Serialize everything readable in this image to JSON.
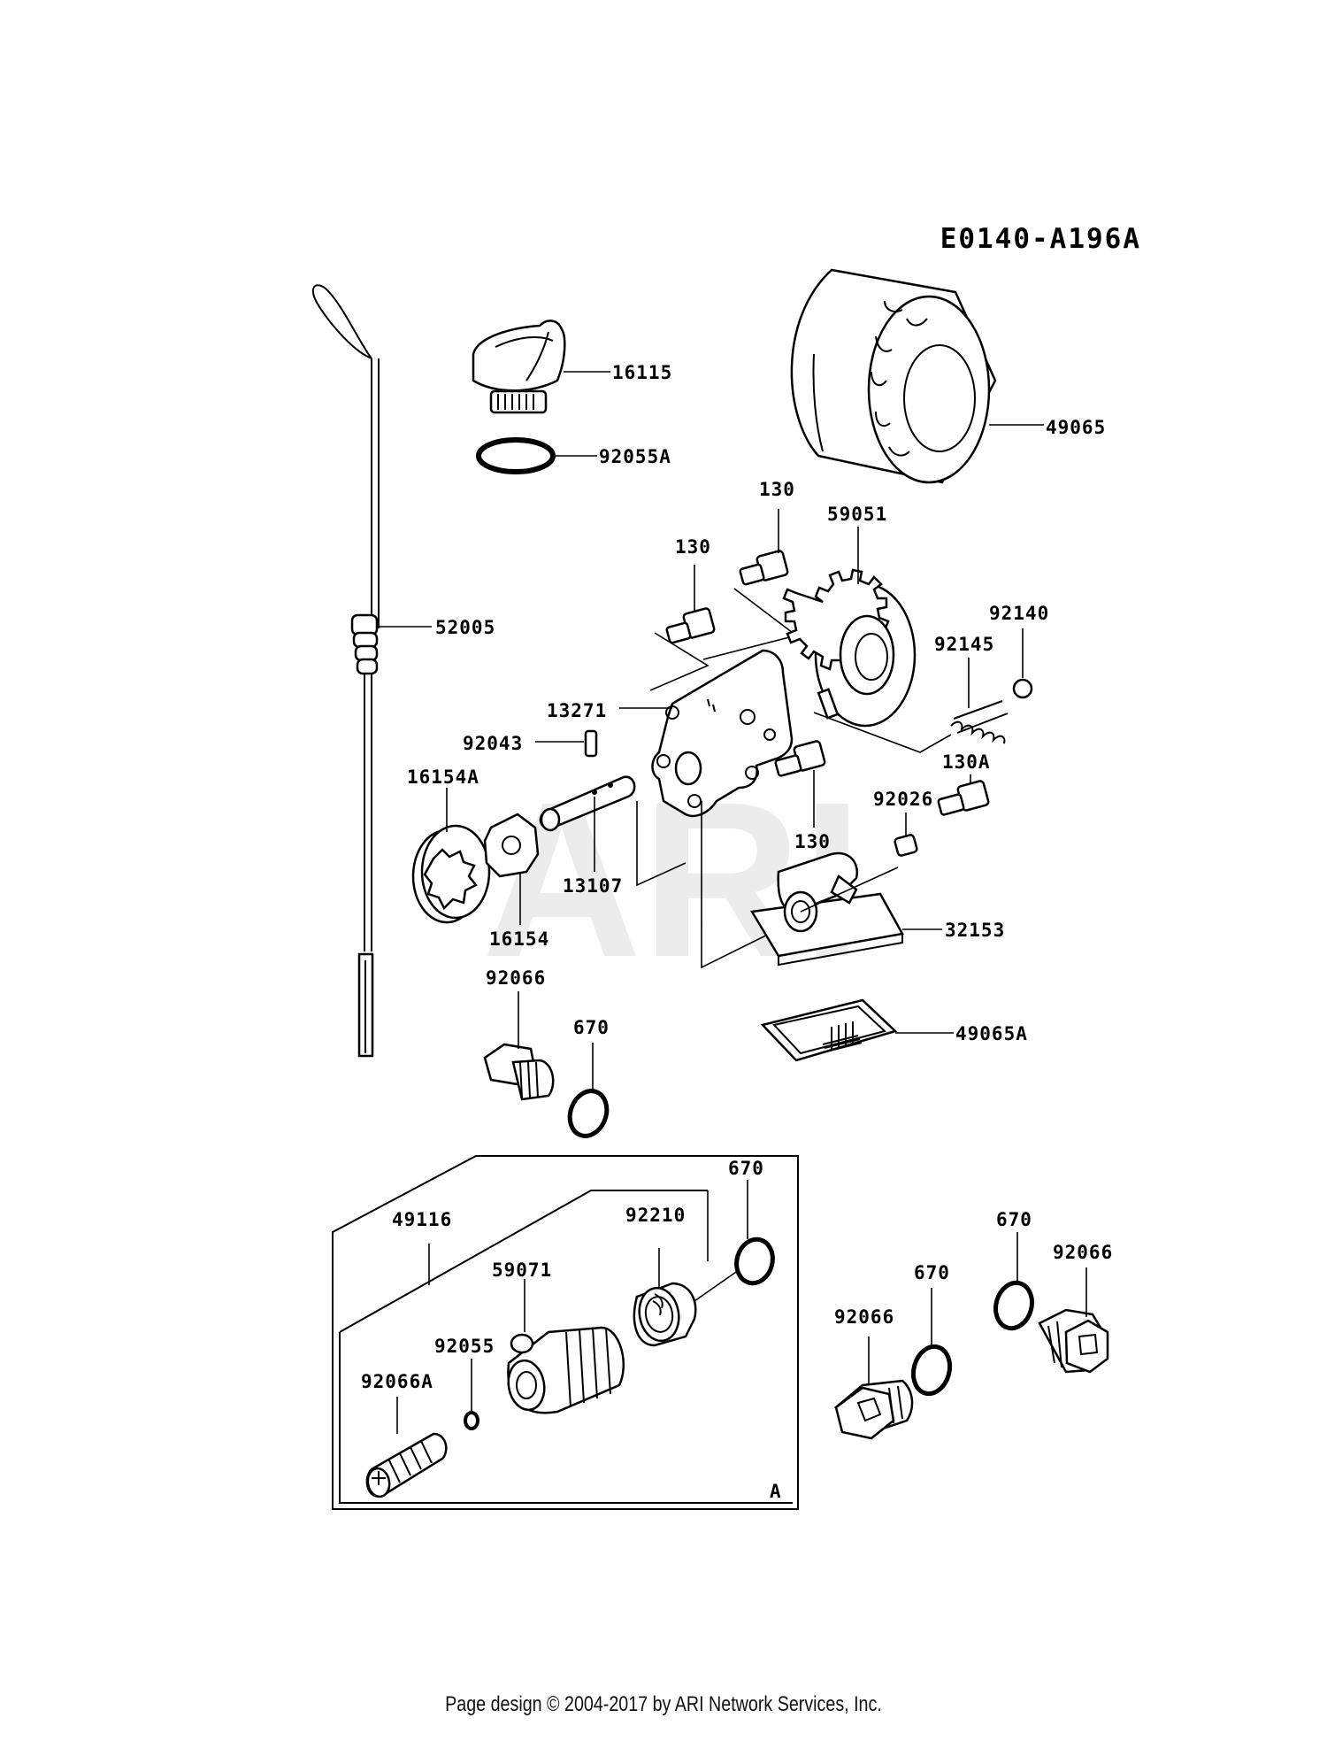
{
  "diagram": {
    "code": "E0140-A196A",
    "watermark": "ARI",
    "frame_letter": "A",
    "labels": {
      "p16115": "16115",
      "p92055A": "92055A",
      "p49065": "49065",
      "p130_top": "130",
      "p130_mid": "130",
      "p59051": "59051",
      "p92140": "92140",
      "p92145": "92145",
      "p52005": "52005",
      "p13271": "13271",
      "p92043": "92043",
      "p130A": "130A",
      "p16154A": "16154A",
      "p92026": "92026",
      "p130_low": "130",
      "p13107": "13107",
      "p32153": "32153",
      "p16154": "16154",
      "p92066_a": "92066",
      "p670_a": "670",
      "p49065A": "49065A",
      "p670_b": "670",
      "p49116": "49116",
      "p92210": "92210",
      "p59071": "59071",
      "p670_c": "670",
      "p92066_b": "92066",
      "p92055": "92055",
      "p670_d": "670",
      "p92066_c": "92066",
      "p92066A": "92066A"
    }
  },
  "footer": {
    "text": "Page design © 2004-2017 by ARI Network Services, Inc."
  }
}
